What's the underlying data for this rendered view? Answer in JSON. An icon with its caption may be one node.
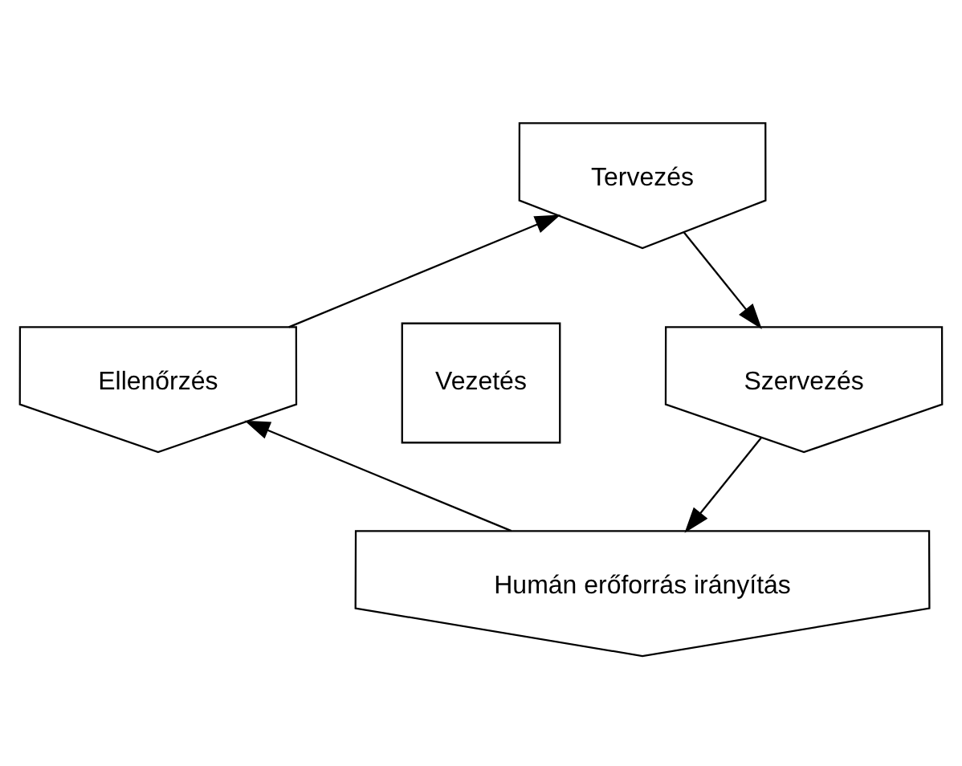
{
  "diagram": {
    "nodes": [
      {
        "text": [
          "Tervezés"
        ]
      },
      {
        "text": [
          "Szervezés"
        ]
      },
      {
        "text": [
          "Humán erőforrás irányítás"
        ]
      },
      {
        "text": [
          "Ellenőrzés"
        ]
      },
      {
        "text": [
          "Vezetés"
        ]
      }
    ],
    "edges": [
      {
        "from": 0,
        "to": 1,
        "arrow": "to"
      },
      {
        "from": 1,
        "to": 2,
        "arrow": "to"
      },
      {
        "from": 2,
        "to": 3,
        "arrow": "to"
      },
      {
        "from": 3,
        "to": 0,
        "arrow": "to"
      }
    ]
  }
}
